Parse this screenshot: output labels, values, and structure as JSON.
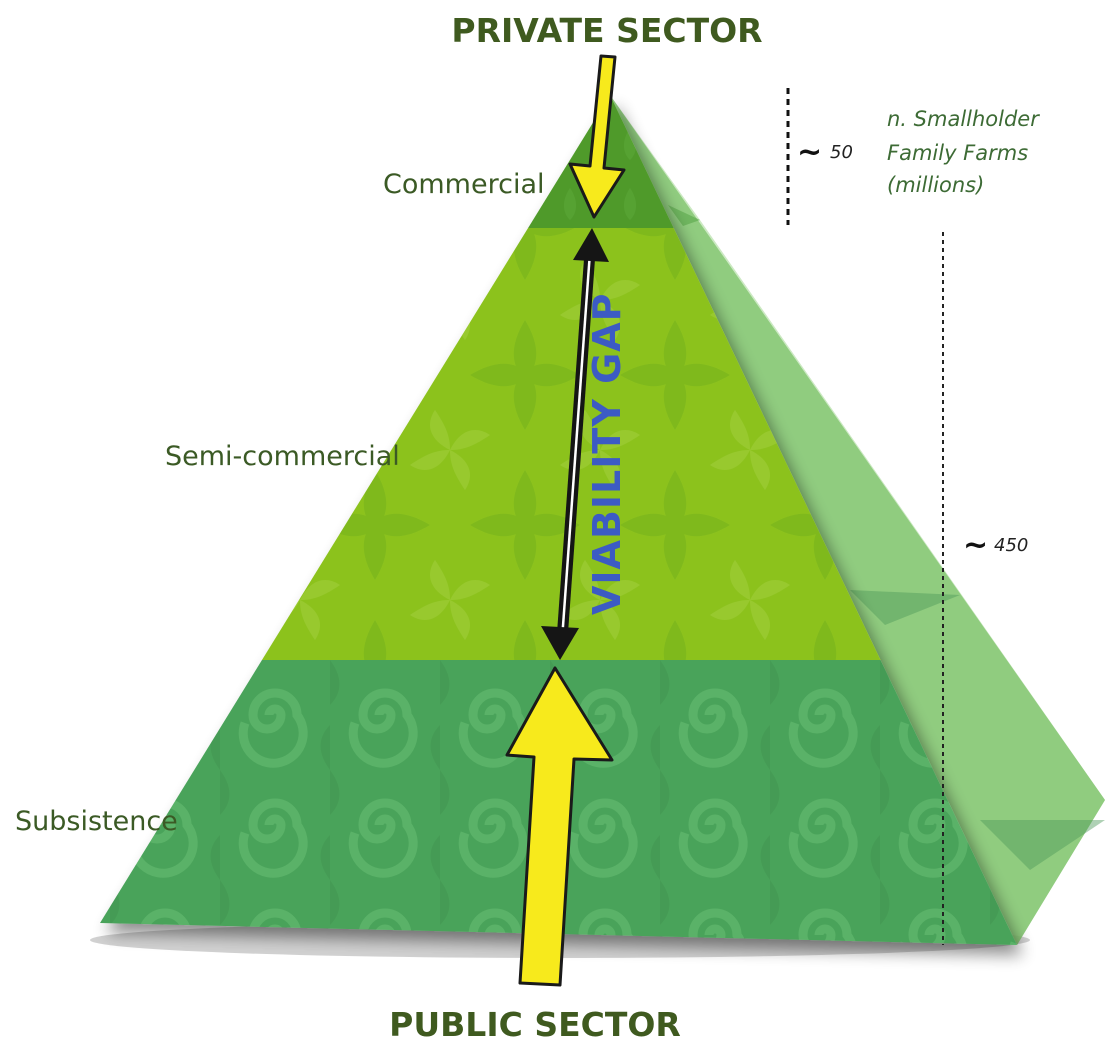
{
  "sectors": {
    "top": "PRIVATE SECTOR",
    "bottom": "PUBLIC SECTOR"
  },
  "tiers": [
    {
      "label": "Commercial",
      "color": "#4f9a2c"
    },
    {
      "label": "Semi-commercial",
      "color": "#8cc21f"
    },
    {
      "label": "Subsistence",
      "color": "#4aa35a"
    }
  ],
  "gap_label": "VIABILITY GAP",
  "axis_caption": {
    "line1": "n. Smallholder",
    "line2": "Family Farms",
    "line3": "(millions)"
  },
  "counts": {
    "commercial": {
      "tilde": "~",
      "value": "50"
    },
    "total": {
      "tilde": "~",
      "value": "450"
    }
  },
  "colors": {
    "arrow_yellow": "#f7ea1c",
    "arrow_black": "#151515",
    "label_dark_green": "#3f5a1f",
    "gap_blue": "#3c5bc4"
  }
}
